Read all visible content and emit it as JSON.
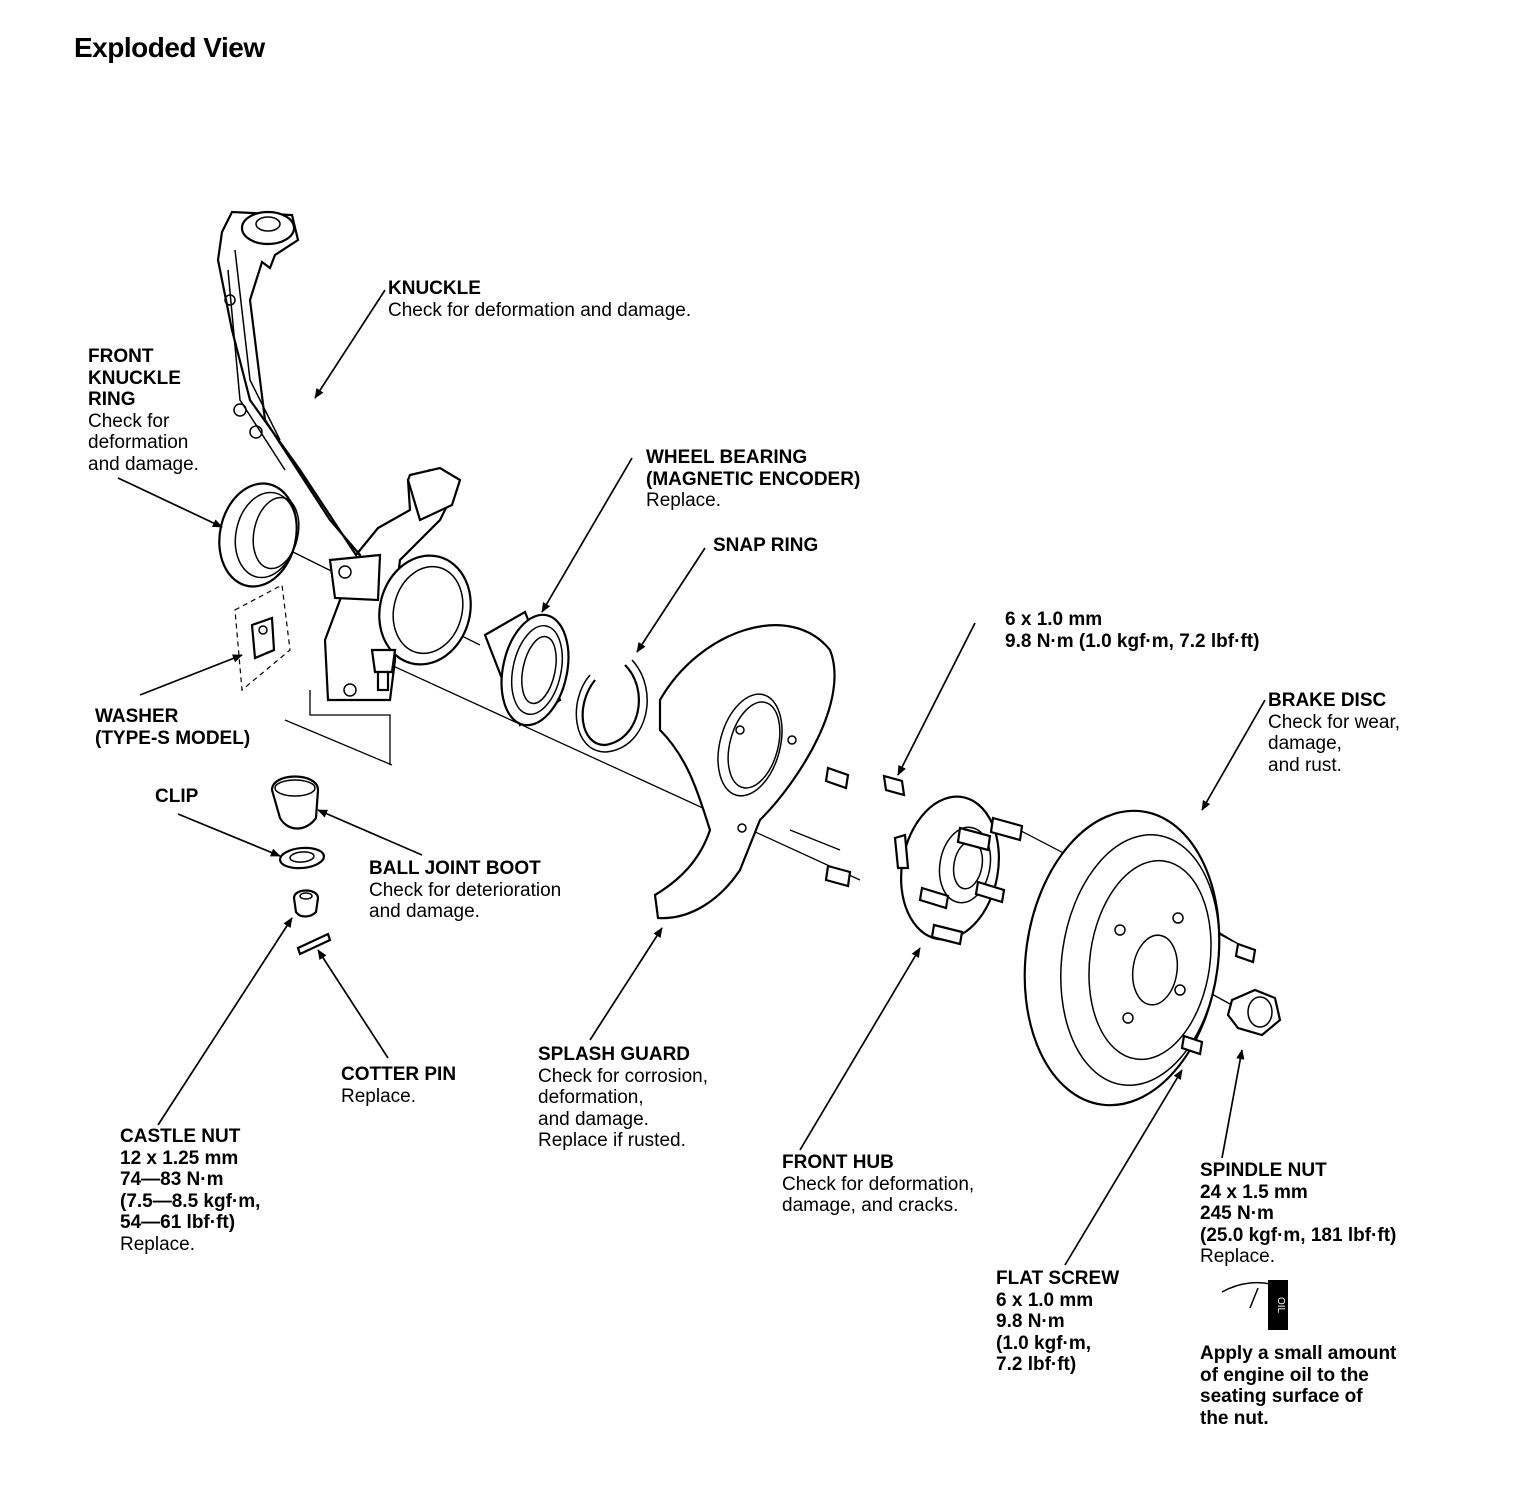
{
  "page_title": "Exploded View",
  "callouts": {
    "knuckle": {
      "title": "KNUCKLE",
      "note": "Check for deformation and damage."
    },
    "front_knuckle_ring": {
      "title": [
        "FRONT",
        "KNUCKLE",
        "RING"
      ],
      "note": [
        "Check for",
        "deformation",
        "and damage."
      ]
    },
    "wheel_bearing": {
      "title": [
        "WHEEL BEARING",
        "(MAGNETIC ENCODER)"
      ],
      "note": "Replace."
    },
    "snap_ring": {
      "title": "SNAP RING"
    },
    "splash_bolt": {
      "spec": [
        "6 x 1.0 mm",
        "9.8 N·m (1.0 kgf·m, 7.2 lbf·ft)"
      ]
    },
    "brake_disc": {
      "title": "BRAKE DISC",
      "note": [
        "Check for wear,",
        "damage,",
        "and rust."
      ]
    },
    "washer": {
      "title": [
        "WASHER",
        "(TYPE-S MODEL)"
      ]
    },
    "clip": {
      "title": "CLIP"
    },
    "ball_joint_boot": {
      "title": "BALL JOINT BOOT",
      "note": [
        "Check for deterioration",
        "and damage."
      ]
    },
    "splash_guard": {
      "title": "SPLASH GUARD",
      "note": [
        "Check for corrosion,",
        "deformation,",
        "and damage.",
        "Replace if rusted."
      ]
    },
    "cotter_pin": {
      "title": "COTTER PIN",
      "note": "Replace."
    },
    "castle_nut": {
      "title": "CASTLE NUT",
      "spec": [
        "12 x 1.25 mm",
        "74—83 N·m",
        "(7.5—8.5 kgf·m,",
        "54—61 lbf·ft)"
      ],
      "note": "Replace."
    },
    "front_hub": {
      "title": "FRONT HUB",
      "note": [
        "Check for deformation,",
        "damage, and cracks."
      ]
    },
    "spindle_nut": {
      "title": "SPINDLE NUT",
      "spec": [
        "24 x 1.5 mm",
        "245 N·m",
        "(25.0 kgf·m, 181 lbf·ft)"
      ],
      "note": "Replace."
    },
    "flat_screw": {
      "title": "FLAT SCREW",
      "spec": [
        "6 x 1.0 mm",
        "9.8 N·m",
        "(1.0 kgf·m,",
        "7.2 lbf·ft)"
      ]
    },
    "oil_note": {
      "note": [
        "Apply a small amount",
        "of engine oil to the",
        "seating surface of",
        "the nut."
      ],
      "can_label": "OIL"
    }
  }
}
